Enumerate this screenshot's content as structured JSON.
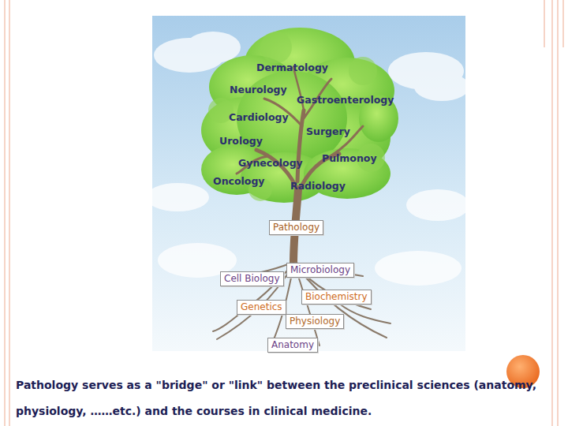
{
  "diagram": {
    "caption": "Pathology serves as a \"bridge\" or \"link\" between the preclinical sciences (anatomy, physiology, ……etc.) and the courses in clinical medicine.",
    "nodes": [
      {
        "text": [
          "Pathology"
        ]
      },
      {
        "text": [
          "Cell Biology"
        ]
      },
      {
        "text": [
          "Microbiology"
        ]
      },
      {
        "text": [
          "Genetics"
        ]
      },
      {
        "text": [
          "Biochemistry"
        ]
      },
      {
        "text": [
          "Physiology"
        ]
      },
      {
        "text": [
          "Anatomy"
        ]
      }
    ],
    "labels": [
      "Dermatology",
      "Neurology",
      "Gastroenterology",
      "Cardiology",
      "Surgery",
      "Urology",
      "Pulmonoy",
      "Gynecology",
      "Oncology",
      "Radiology"
    ]
  }
}
